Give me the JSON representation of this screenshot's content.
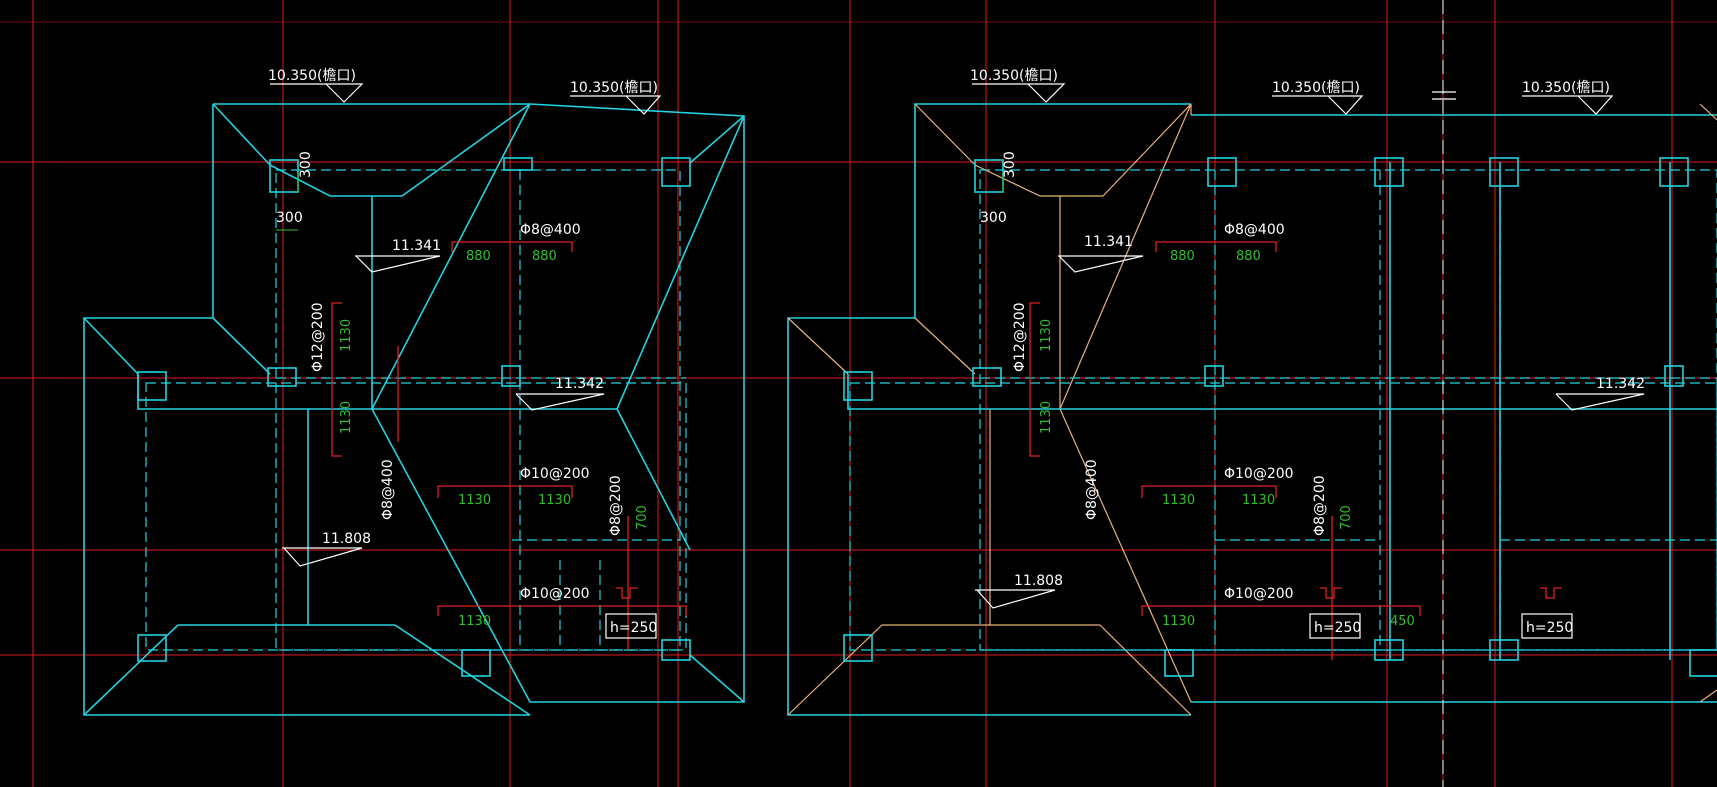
{
  "colors": {
    "background": "#000000",
    "axis_red": "#e01a1a",
    "outline_cyan": "#22d3e0",
    "hip_tan": "#e8b27a",
    "rebar_red": "#e22020",
    "dim_green": "#2fbf2f",
    "text_white": "#ffffff",
    "column_blue": "#1a2ad8"
  },
  "plan_left": {
    "eave_labels": [
      "10.350(檐口)",
      "10.350(檐口)"
    ],
    "elevations": [
      "11.341",
      "11.342",
      "11.808"
    ],
    "column_dims": [
      "300",
      "300"
    ],
    "rebar_labels": [
      "Φ8@400",
      "Φ12@200",
      "Φ10@200",
      "Φ8@400",
      "Φ8@200",
      "Φ10@200"
    ],
    "green_dims": [
      "880",
      "880",
      "1130",
      "1130",
      "1130",
      "1130",
      "700",
      "1130"
    ],
    "slab_thickness": "h=250"
  },
  "plan_right": {
    "eave_labels": [
      "10.350(檐口)",
      "10.350(檐口)",
      "10.350(檐口)"
    ],
    "elevations": [
      "11.341",
      "11.342",
      "11.808"
    ],
    "column_dims": [
      "300",
      "300"
    ],
    "rebar_labels": [
      "Φ8@400",
      "Φ12@200",
      "Φ10@200",
      "Φ8@400",
      "Φ8@200",
      "Φ10@200"
    ],
    "green_dims": [
      "880",
      "880",
      "1130",
      "1130",
      "1130",
      "1130",
      "700",
      "1130",
      "450"
    ],
    "slab_thickness": [
      "h=250",
      "h=250"
    ]
  }
}
